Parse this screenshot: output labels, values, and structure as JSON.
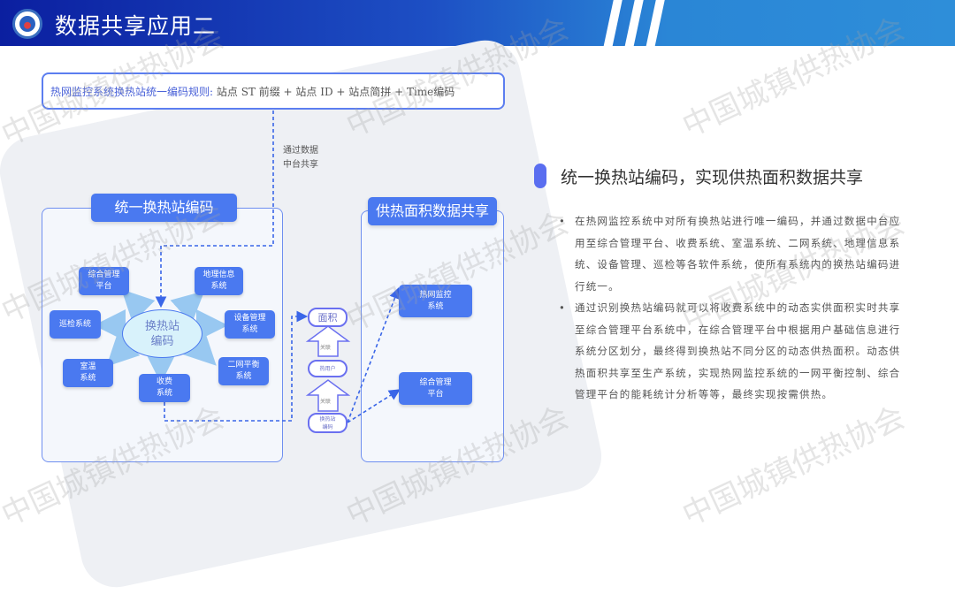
{
  "header": {
    "title": "数据共享应用二"
  },
  "watermark": "中国城镇供热协会",
  "rule": {
    "label": "热网监控系统换热站统一编码规则:",
    "formula": "站点 ST 前缀 + 站点 ID + 站点简拼 + Time编码"
  },
  "note": "通过数据\n中台共享",
  "left_panel": {
    "title": "统一换热站编码",
    "center": "换热站\n编码",
    "nodes": [
      "综合管理\n平台",
      "地理信息\n系统",
      "巡检系统",
      "设备管理\n系统",
      "室温\n系统",
      "收费\n系统",
      "二网平衡\n系统"
    ]
  },
  "chain": {
    "area": "面积",
    "relation1": "关联",
    "user": "热用户",
    "relation2": "关联",
    "station": "换热站\n编码"
  },
  "right_panel": {
    "title": "供热面积数据共享",
    "nodes": [
      "热网监控\n系统",
      "综合管理\n平台"
    ]
  },
  "content": {
    "heading": "统一换热站编码，实现供热面积数据共享",
    "bullets": [
      "在热网监控系统中对所有换热站进行唯一编码，并通过数据中台应用至综合管理平台、收费系统、室温系统、二网系统、地理信息系统、设备管理、巡检等各软件系统，使所有系统内的换热站编码进行统一。",
      "通过识别换热站编码就可以将收费系统中的动态实供面积实时共享至综合管理平台系统中，在综合管理平台中根据用户基础信息进行系统分区划分，最终得到换热站不同分区的动态供热面积。动态供热面积共享至生产系统，实现热网监控系统的一网平衡控制、综合管理平台的能耗统计分析等等，最终实现按需供热。"
    ]
  },
  "colors": {
    "accent": "#4a79f0",
    "header_start": "#0b1fa0",
    "header_end": "#2e8ed9"
  }
}
